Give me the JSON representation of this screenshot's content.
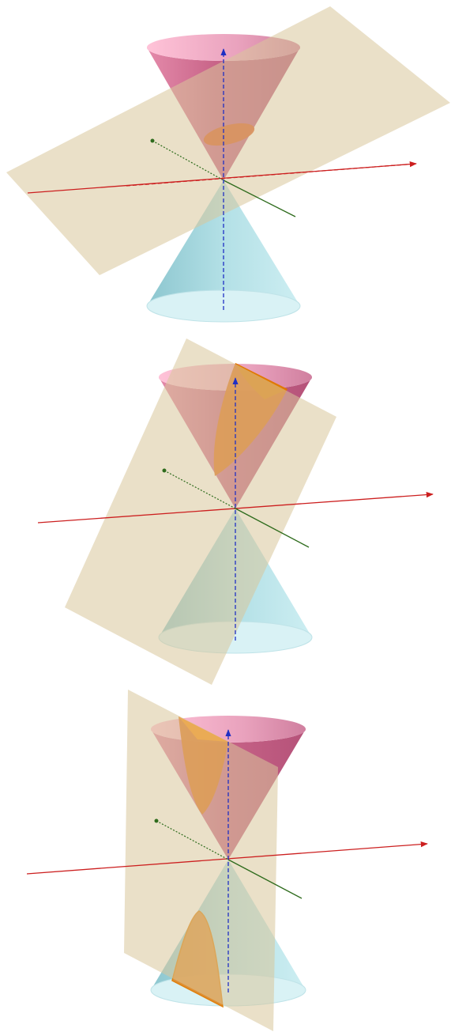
{
  "figure": {
    "panels": [
      {
        "id": "ellipse",
        "section_shape": "ellipse"
      },
      {
        "id": "parabola",
        "section_shape": "parabola"
      },
      {
        "id": "hyperbola",
        "section_shape": "hyperbola"
      }
    ]
  },
  "colors": {
    "upper_cone": "#cf6f8f",
    "upper_cone_rim": "#f2a6c2",
    "lower_cone": "#a9d6dc",
    "lower_cone_rim": "#d7f0f3",
    "plane": "#d9c79a",
    "section": "#e8661c",
    "section_bright": "#ff8a00",
    "axis_x": "#cc1f1f",
    "axis_y": "#2e6b1c",
    "axis_z": "#1f2fc4"
  }
}
